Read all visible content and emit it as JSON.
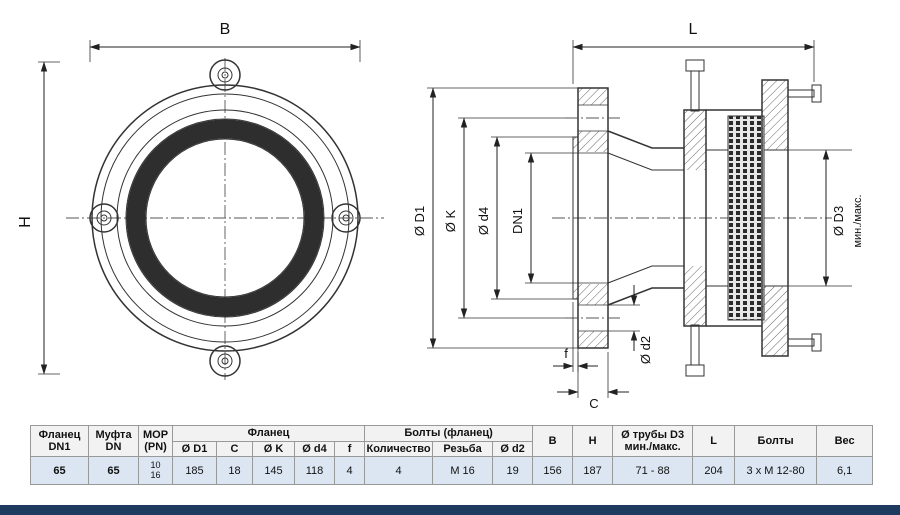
{
  "colors": {
    "row_bg": "#dbe6f2",
    "footer_bar": "#1e3a5f",
    "line": "#333333"
  },
  "drawing": {
    "front": {
      "dim_b": "B",
      "dim_h": "H"
    },
    "side": {
      "dim_l": "L",
      "dim_d1": "Ø D1",
      "dim_k": "Ø K",
      "dim_d4": "Ø d4",
      "dim_dn1": "DN1",
      "dim_d3": "Ø D3",
      "dim_d3_range": "мин./макс.",
      "dim_d2": "Ø d2",
      "dim_f": "f",
      "dim_c": "C"
    }
  },
  "table": {
    "headers": {
      "flange_dn1": "Фланец\nDN1",
      "mufta_dn": "Муфта\nDN",
      "mop": "MOP\n(PN)",
      "flange_group": "Фланец",
      "bolts_group": "Болты (фланец)",
      "d1": "Ø D1",
      "c": "C",
      "k": "Ø K",
      "d4": "Ø d4",
      "f": "f",
      "qty": "Количество",
      "thread": "Резьба",
      "d2": "Ø d2",
      "b": "B",
      "h": "H",
      "pipe_d3": "Ø трубы D3\nмин./макс.",
      "l": "L",
      "bolts": "Болты",
      "weight": "Вес"
    },
    "row": {
      "dn1": "65",
      "dn": "65",
      "mop": "10\n16",
      "d1": "185",
      "c": "18",
      "k": "145",
      "d4": "118",
      "f": "4",
      "qty": "4",
      "thread": "M 16",
      "d2": "19",
      "b": "156",
      "h": "187",
      "pipe_d3": "71 - 88",
      "l": "204",
      "bolts": "3 x M 12-80",
      "weight": "6,1"
    }
  }
}
